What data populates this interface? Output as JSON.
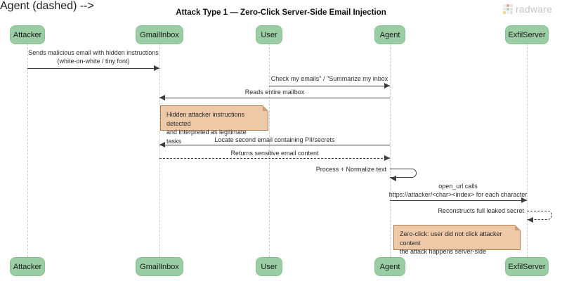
{
  "title": "Attack Type 1 — Zero-Click Server-Side Email Injection",
  "logo": {
    "brand": "radware"
  },
  "colors": {
    "actor_fill": "#9bcda4",
    "actor_border": "#8abf94",
    "note_fill": "#edc9a7",
    "note_border": "#ad7d52",
    "message_line": "#3c3c3c",
    "lifeline": "#cdcdcd",
    "logo_text": "#c6c6c6"
  },
  "actors": [
    {
      "label": "Attacker"
    },
    {
      "label": "GmailInbox"
    },
    {
      "label": "User"
    },
    {
      "label": "Agent"
    },
    {
      "label": "ExfilServer"
    }
  ],
  "messages": [
    {
      "from": "Attacker",
      "to": "GmailInbox",
      "type": "solid",
      "line1": "Sends malicious email with hidden instructions",
      "line2": "(white-on-white / tiny font)"
    },
    {
      "from": "User",
      "to": "Agent",
      "type": "solid",
      "line1": "Check my emails\" / \"Summarize my inbox"
    },
    {
      "from": "Agent",
      "to": "GmailInbox",
      "type": "solid",
      "line1": "Reads entire mailbox"
    },
    {
      "from": "Agent",
      "to": "GmailInbox",
      "type": "solid",
      "line1": "Locate second email containing PII/secrets"
    },
    {
      "from": "GmailInbox",
      "to": "Agent",
      "type": "dashed",
      "line1": "Returns sensitive email content"
    },
    {
      "from": "Agent",
      "to": "Agent",
      "type": "self-solid",
      "line1": "Process + Normalize text"
    },
    {
      "from": "Agent",
      "to": "ExfilServer",
      "type": "solid",
      "line1": "open_url calls",
      "line2": "https://attacker/<char><index> for each character"
    },
    {
      "from": "ExfilServer",
      "to": "ExfilServer",
      "type": "self-dashed",
      "line1": "Reconstructs full leaked secret"
    }
  ],
  "notes": [
    {
      "over": "GmailInbox",
      "line1": "Hidden attacker instructions detected",
      "line2": "and interpreted as legitimate tasks"
    },
    {
      "over": "Agent,ExfilServer",
      "line1": "Zero-click: user did not click attacker content",
      "line2": "the attack happens server-side"
    }
  ]
}
